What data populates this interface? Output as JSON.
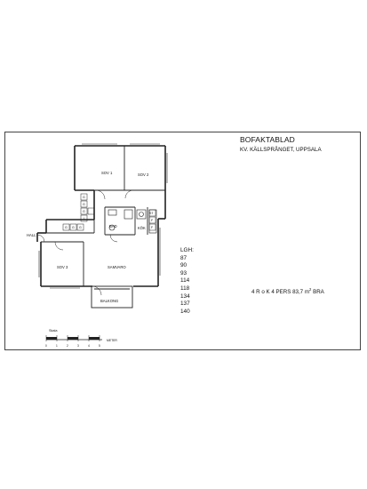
{
  "header": {
    "title": "BOFAKTABLAD",
    "subtitle": "KV. KÄLLSPRÅNGET, UPPSALA"
  },
  "lgh": {
    "label": "LGH:",
    "numbers": [
      "87",
      "90",
      "93",
      "114",
      "118",
      "134",
      "137",
      "140"
    ]
  },
  "spec": {
    "text": "4 R o K  4 PERS 83,7 m",
    "unit_sup": "2",
    "suffix": "  BRA"
  },
  "rooms": {
    "sov1": "SOV 1",
    "sov2": "SOV 2",
    "sov3": "SOV 3",
    "bad": "BAD",
    "kok": "KÖK",
    "hall": "HALL",
    "samvaro": "SAMVARO",
    "balkong": "BALKONG"
  },
  "fixtures": {
    "g": "G",
    "l": "L",
    "st": "ST",
    "f": "F"
  },
  "scale": {
    "label": "Skala",
    "unit": "METER",
    "ticks": [
      "0",
      "1",
      "2",
      "3",
      "4",
      "5"
    ]
  }
}
